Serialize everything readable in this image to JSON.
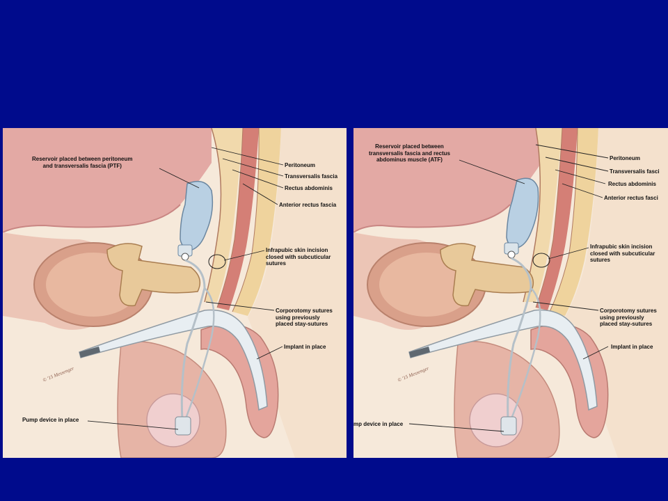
{
  "slide": {
    "background_color": "#000b8c"
  },
  "left_panel": {
    "labels": {
      "reservoir": "Reservoir placed between peritoneum\nand transversalis fascia (PTF)",
      "peritoneum": "Peritoneum",
      "transversalis": "Transversalis fascia",
      "rectus": "Rectus abdominis",
      "anterior": "Anterior rectus fascia",
      "incision": "Infrapubic skin incision\nclosed with subcuticular\nsutures",
      "corporotomy": "Corporotomy sutures\nusing previously\nplaced stay-sutures",
      "implant": "Implant in place",
      "pump": "Pump device in place"
    },
    "signature": "© '15 Messenger"
  },
  "right_panel": {
    "labels": {
      "reservoir": "Reservoir placed between\ntransversalis fascia and rectus\nabdominus muscle (ATF)",
      "peritoneum": "Peritoneum",
      "transversalis": "Transversalis fasci",
      "rectus": "Rectus abdominis",
      "anterior": "Anterior rectus fasci",
      "incision": "Infrapubic skin incision\nclosed with subcuticular\nsutures",
      "corporotomy": "Corporotomy sutures\nusing previously\nplaced stay-sutures",
      "implant": "Implant in place",
      "pump": "mp device in place"
    },
    "signature": "© '15 Messenger"
  }
}
